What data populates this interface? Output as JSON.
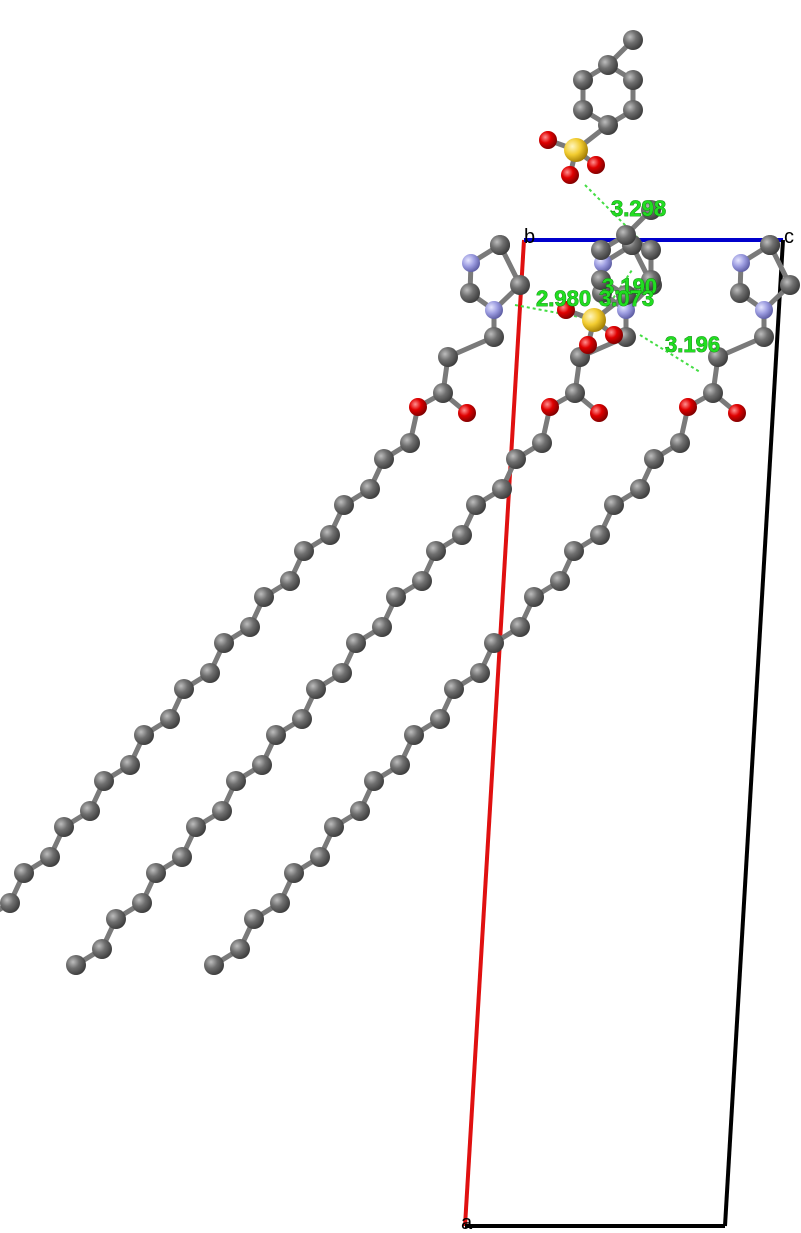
{
  "cell_axes": {
    "a_label": "a",
    "b_label": "b",
    "c_label": "c",
    "colors": {
      "a": "#e01010",
      "b": "#0000cc",
      "c": "#000000"
    }
  },
  "contacts": [
    {
      "name": "contact-3-298",
      "label": "3.298"
    },
    {
      "name": "contact-3-190",
      "label": "3.190"
    },
    {
      "name": "contact-2-980",
      "label": "2.980"
    },
    {
      "name": "contact-3-073",
      "label": "3.073"
    },
    {
      "name": "contact-3-196",
      "label": "3.196"
    }
  ],
  "atom_colors": {
    "carbon": "#6e6e6e",
    "nitrogen": "#9999dd",
    "oxygen": "#dd0000",
    "sulfur": "#f2cc30",
    "contact": "#44dd44"
  }
}
